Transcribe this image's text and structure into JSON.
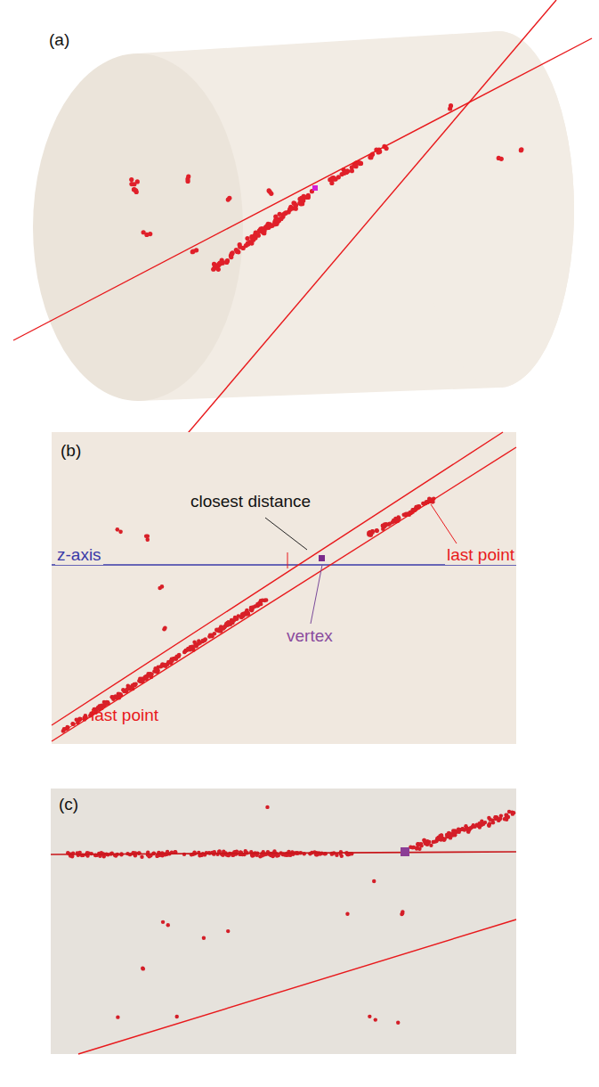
{
  "diagram": {
    "labels": [
      "(a)",
      "(b)",
      "closest distance",
      "z-axis",
      "vertex",
      "last point",
      "last point",
      "(c)"
    ]
  }
}
